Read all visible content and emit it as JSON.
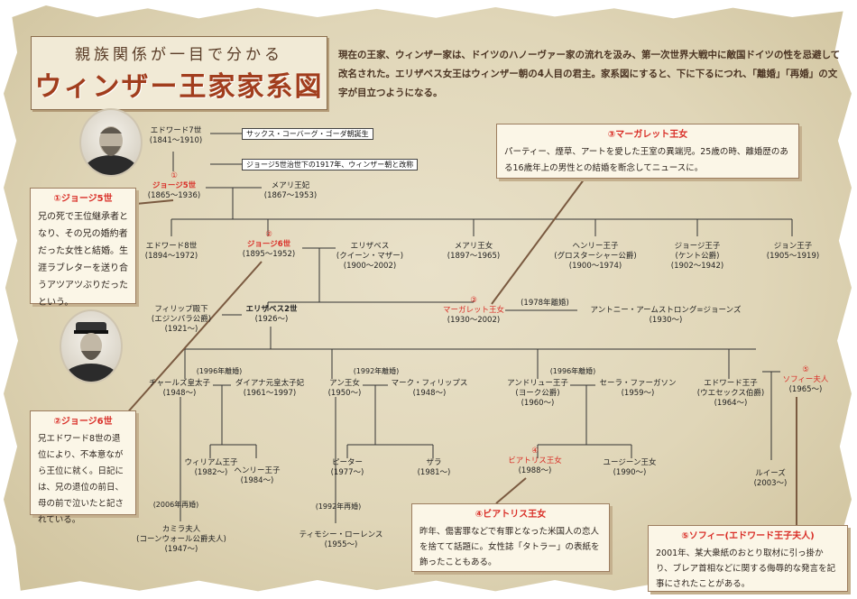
{
  "title": {
    "subtitle": "親族関係が一目で分かる",
    "main": "ウィンザー王家家系図"
  },
  "intro": "現在の王家、ウィンザー家は、ドイツのハノーヴァー家の流れを汲み、第一次世界大戦中に敵国ドイツの性を忌避して改名された。エリザベス女王はウィンザー朝の4人目の君主。家系図にすると、下に下るにつれ、「離婚」「再婚」の文字が目立つようになる。",
  "labels": {
    "saxe": "サックス・コーバーグ・ゴーダ朝誕生",
    "windsor": "ジョージ5世治世下の1917年、ウィンザー朝と改称"
  },
  "people": {
    "edward7": {
      "name": "エドワード7世",
      "years": "(1841〜1910)"
    },
    "george5": {
      "num": "①",
      "name": "ジョージ5世",
      "years": "(1865〜1936)"
    },
    "mary_queen": {
      "name": "メアリ王妃",
      "years": "(1867〜1953)"
    },
    "edward8": {
      "name": "エドワード8世",
      "years": "(1894〜1972)"
    },
    "george6": {
      "num": "②",
      "name": "ジョージ6世",
      "years": "(1895〜1952)"
    },
    "elizabeth_qm": {
      "name": "エリザベス",
      "sub": "(クイーン・マザー)",
      "years": "(1900〜2002)"
    },
    "mary_princess": {
      "name": "メアリ王女",
      "years": "(1897〜1965)"
    },
    "henry": {
      "name": "ヘンリー王子",
      "sub": "(グロスターシャー公爵)",
      "years": "(1900〜1974)"
    },
    "george_kent": {
      "name": "ジョージ王子",
      "sub": "(ケント公爵)",
      "years": "(1902〜1942)"
    },
    "john": {
      "name": "ジョン王子",
      "years": "(1905〜1919)"
    },
    "philip": {
      "name": "フィリップ殿下",
      "sub": "(エジンバラ公爵)",
      "years": "(1921〜)"
    },
    "elizabeth2": {
      "name": "エリザベス2世",
      "years": "(1926〜)"
    },
    "margaret": {
      "num": "③",
      "name": "マーガレット王女",
      "years": "(1930〜2002)"
    },
    "armstrong": {
      "name": "アントニー・アームストロング=ジョーンズ",
      "years": "(1930〜)"
    },
    "charles": {
      "name": "チャールズ皇太子",
      "years": "(1948〜)"
    },
    "diana": {
      "name": "ダイアナ元皇太子妃",
      "years": "(1961〜1997)"
    },
    "anne": {
      "name": "アン王女",
      "years": "(1950〜)"
    },
    "phillips": {
      "name": "マーク・フィリップス",
      "years": "(1948〜)"
    },
    "andrew": {
      "name": "アンドリュー王子",
      "sub": "(ヨーク公爵)",
      "years": "(1960〜)"
    },
    "sarah": {
      "name": "セーラ・ファーガソン",
      "years": "(1959〜)"
    },
    "edward_p": {
      "name": "エドワード王子",
      "sub": "(ウエセックス伯爵)",
      "years": "(1964〜)"
    },
    "sophie": {
      "num": "⑤",
      "name": "ソフィー夫人",
      "years": "(1965〜)"
    },
    "william": {
      "name": "ウィリアム王子",
      "years": "(1982〜)"
    },
    "harry": {
      "name": "ヘンリー王子",
      "years": "(1984〜)"
    },
    "peter": {
      "name": "ピーター",
      "years": "(1977〜)"
    },
    "zara": {
      "name": "ザラ",
      "years": "(1981〜)"
    },
    "beatrice": {
      "num": "④",
      "name": "ビアトリス王女",
      "years": "(1988〜)"
    },
    "eugenie": {
      "name": "ユージーン王女",
      "years": "(1990〜)"
    },
    "louise": {
      "name": "ルイーズ",
      "years": "(2003〜)"
    },
    "camilla": {
      "name": "カミラ夫人",
      "sub": "(コーンウォール公爵夫人)",
      "years": "(1947〜)"
    },
    "laurence": {
      "name": "ティモシー・ローレンス",
      "years": "(1955〜)"
    }
  },
  "events": {
    "margaret_div": "(1978年離婚)",
    "charles_div": "(1996年離婚)",
    "anne_div": "(1992年離婚)",
    "andrew_div": "(1996年離婚)",
    "charles_remar": "(2006年再婚)",
    "anne_remar": "(1992年再婚)"
  },
  "notes": {
    "george5": {
      "head": "①ジョージ5世",
      "body": "兄の死で王位継承者となり、その兄の婚約者だった女性と結婚。生涯ラブレターを送り合うアツアツぶりだったという。"
    },
    "george6": {
      "head": "②ジョージ6世",
      "body": "兄エドワード8世の退位により、不本意ながら王位に就く。日記には、兄の退位の前日、母の前で泣いたと記されている。"
    },
    "margaret": {
      "head": "③マーガレット王女",
      "body": "パーティー、煙草、アートを愛した王室の異端児。25歳の時、離婚歴のある16歳年上の男性との結婚を断念してニュースに。"
    },
    "beatrice": {
      "head": "④ビアトリス王女",
      "body": "昨年、傷害罪などで有罪となった米国人の恋人を捨てて話題に。女性誌「タトラー」の表紙を飾ったこともある。"
    },
    "sophie": {
      "head": "⑤ソフィー(エドワード王子夫人)",
      "body": "2001年、某大衆紙のおとり取材に引っ掛かり、ブレア首相などに関する侮辱的な発言を記事にされたことがある。"
    }
  }
}
